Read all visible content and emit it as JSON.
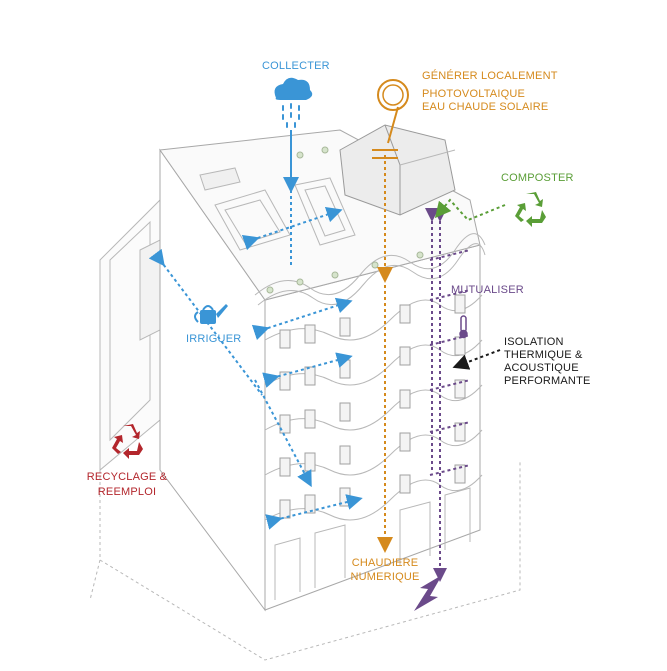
{
  "labels": {
    "collecter": "COLLECTER",
    "generer": "GÉNÉRER LOCALEMENT",
    "photovoltaique": "PHOTOVOLTAIQUE",
    "eau_chaude": "EAU CHAUDE SOLAIRE",
    "composter": "COMPOSTER",
    "mutualiser": "MUTUALISER",
    "irriguer": "IRRIGUER",
    "isolation_1": "ISOLATION",
    "isolation_2": "THERMIQUE &",
    "isolation_3": "ACOUSTIQUE",
    "isolation_4": "PERFORMANTE",
    "recyclage_1": "RECYCLAGE &",
    "recyclage_2": "REEMPLOI",
    "chaudiere_1": "CHAUDIERE",
    "chaudiere_2": "NUMERIQUE"
  },
  "colors": {
    "water": "#3a95d6",
    "energy": "#d58a1d",
    "compost": "#5a9e37",
    "shared": "#6b4a8a",
    "recycle": "#b3262c",
    "insulation": "#1a1a1a",
    "building_line": "#b8b8b8"
  },
  "icons": [
    "cloud-rain-icon",
    "sun-icon",
    "recycle-icon",
    "watering-can-icon",
    "thermometer-icon",
    "lightning-icon"
  ]
}
